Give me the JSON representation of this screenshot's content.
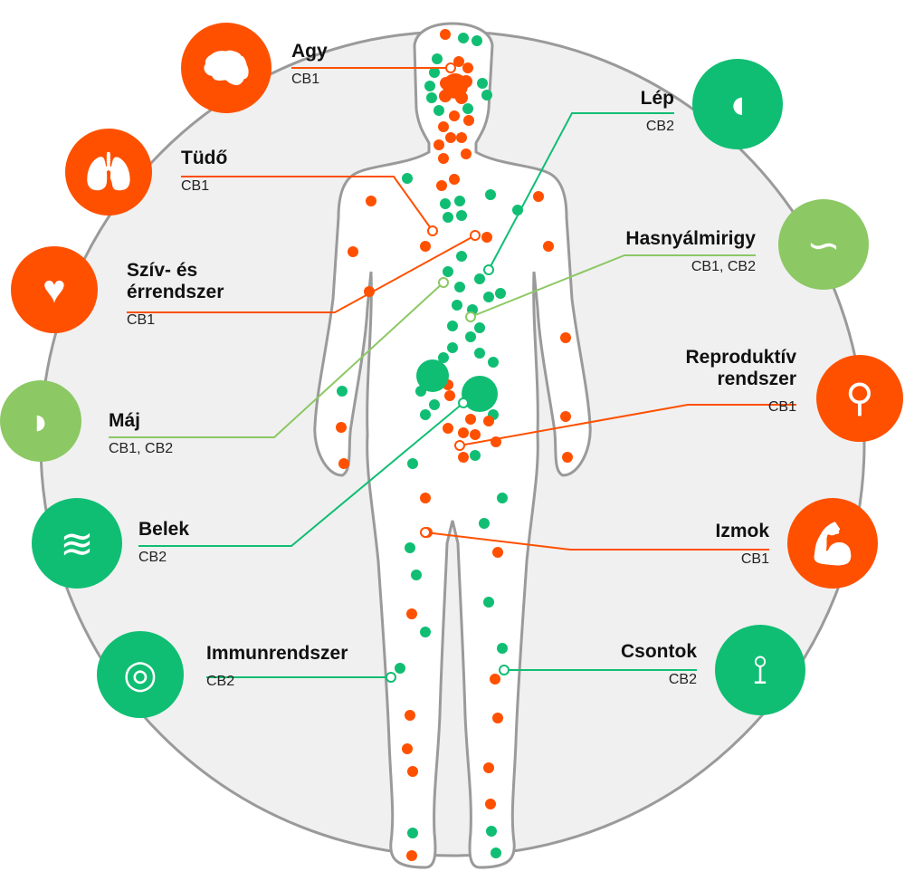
{
  "colors": {
    "cb1": "#FF5000",
    "cb2": "#10BE73",
    "both": "#8CC864",
    "bg": "#F0F0F0",
    "outline": "#9A9A9A"
  },
  "organs": [
    {
      "id": "agy",
      "title": "Agy",
      "receptors": "CB1",
      "icon": "brain-icon"
    },
    {
      "id": "tudo",
      "title": "Tüdő",
      "receptors": "CB1",
      "icon": "lungs-icon"
    },
    {
      "id": "sziv",
      "title": "Szív- és",
      "title2": "érrendszer",
      "receptors": "CB1",
      "icon": "heart-icon"
    },
    {
      "id": "maj",
      "title": "Máj",
      "receptors": "CB1, CB2",
      "icon": "liver-icon"
    },
    {
      "id": "belek",
      "title": "Belek",
      "receptors": "CB2",
      "icon": "intestines-icon"
    },
    {
      "id": "immun",
      "title": "Immunrendszer",
      "receptors": "CB2",
      "icon": "immune-cells-icon"
    },
    {
      "id": "lep",
      "title": "Lép",
      "receptors": "CB2",
      "icon": "spleen-icon"
    },
    {
      "id": "hasnyal",
      "title": "Hasnyálmirigy",
      "receptors": "CB1, CB2",
      "icon": "pancreas-icon"
    },
    {
      "id": "repro",
      "title": "Reproduktív",
      "title2": "rendszer",
      "receptors": "CB1",
      "icon": "reproductive-icon"
    },
    {
      "id": "izmok",
      "title": "Izmok",
      "receptors": "CB1",
      "icon": "muscle-icon"
    },
    {
      "id": "csontok",
      "title": "Csontok",
      "receptors": "CB2",
      "icon": "bone-joint-icon"
    }
  ]
}
